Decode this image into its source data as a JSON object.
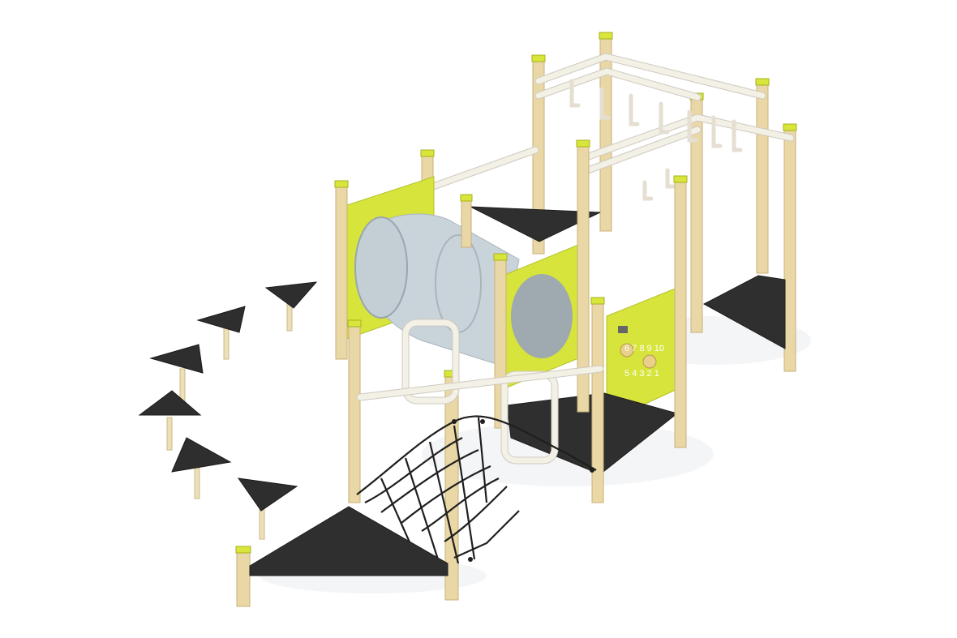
{
  "scene": {
    "subject": "playground-climbing-frame",
    "colors": {
      "background": "#ffffff",
      "timber": "#e9d7a6",
      "post_cap": "#d8e53a",
      "panel": "#d6e43b",
      "deck": "#2f2f2f",
      "tube": "#c9d3da",
      "rail": "#f3f0e6",
      "net": "#1f1f1f"
    },
    "icons": [
      "stepping-stone-icon",
      "tube-tunnel-icon",
      "monkey-bars-icon",
      "climbing-net-icon"
    ],
    "stepping_stones_count": 6,
    "panel_numbers_top": [
      "6",
      "7",
      "8",
      "9",
      "10"
    ],
    "panel_numbers_bottom": [
      "5",
      "4",
      "3",
      "2",
      "1"
    ]
  }
}
